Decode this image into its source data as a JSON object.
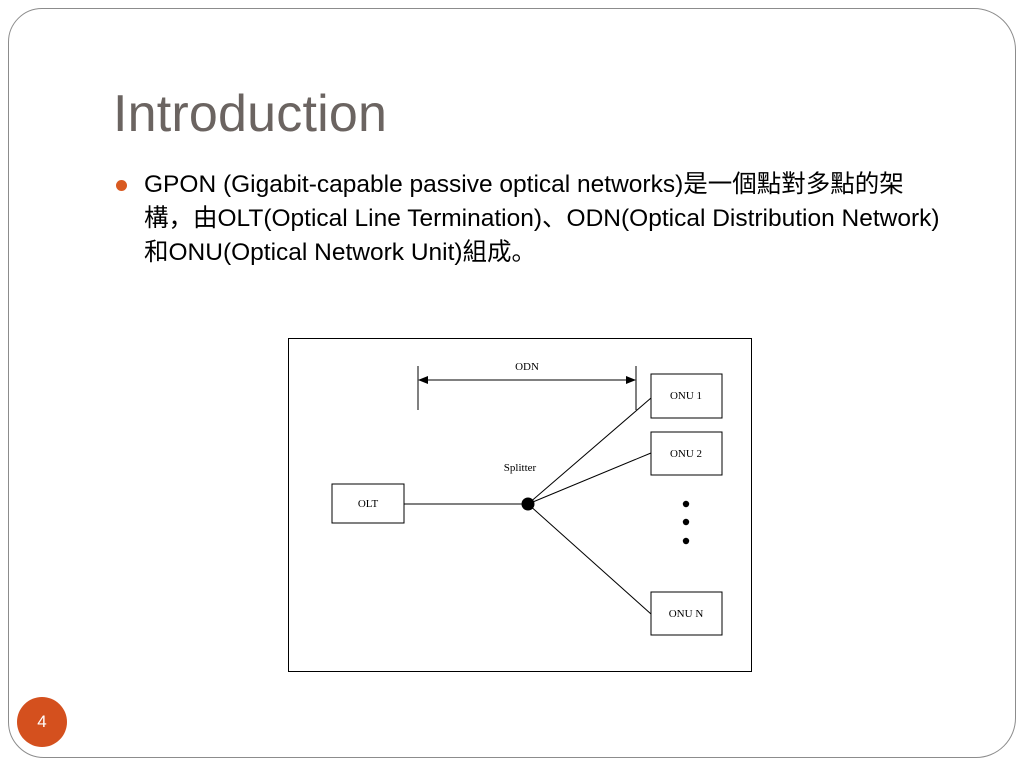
{
  "slide": {
    "title": "Introduction",
    "bullet": "GPON (Gigabit-capable passive optical networks)是一個點對多點的架構，由OLT(Optical Line Termination)、ODN(Optical Distribution Network)和ONU(Optical Network Unit)組成。",
    "page_number": "4"
  },
  "diagram": {
    "odn_label": "ODN",
    "splitter_label": "Splitter",
    "olt_label": "OLT",
    "onu1_label": "ONU 1",
    "onu2_label": "ONU 2",
    "onun_label": "ONU N"
  },
  "colors": {
    "accent": "#d4501e",
    "title": "#6b6461",
    "frame": "#8c8c8c"
  }
}
